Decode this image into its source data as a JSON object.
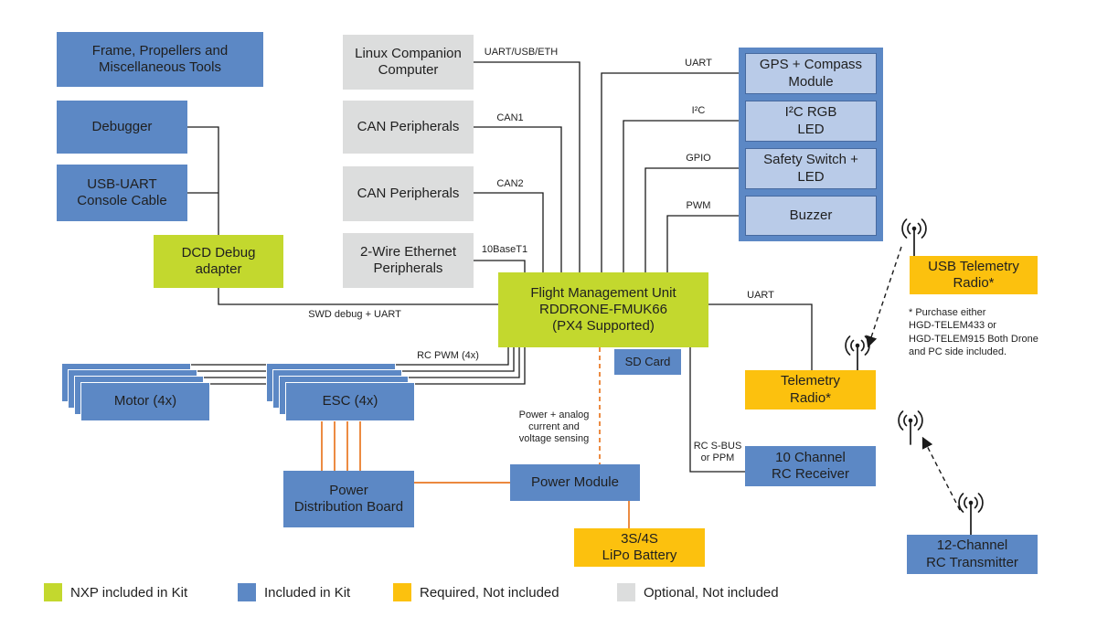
{
  "colors": {
    "nxp_lime": "#c3d82e",
    "kit_blue": "#5c88c5",
    "light_blue": "#b9cbe8",
    "yellow": "#fcc10e",
    "optional_gray": "#dcdddd",
    "wire_black": "#1b1b1b",
    "power_orange": "#e87722",
    "text": "#1f1f1f"
  },
  "blocks": {
    "frame": "Frame, Propellers and\nMiscellaneous Tools",
    "debugger": "Debugger",
    "usb_uart_cable": "USB-UART\nConsole Cable",
    "dcd_debug": "DCD Debug\nadapter",
    "linux_cc": "Linux Companion\nComputer",
    "can_periph_1": "CAN Peripherals",
    "can_periph_2": "CAN Peripherals",
    "ethernet_periph": "2-Wire Ethernet\nPeripherals",
    "fmu": "Flight Management Unit\nRDDRONE-FMUK66\n(PX4 Supported)",
    "sd_card": "SD Card",
    "gps": "GPS + Compass\nModule",
    "i2c_rgb_led": "I²C RGB\nLED",
    "safety_switch": "Safety Switch +\nLED",
    "buzzer": "Buzzer",
    "usb_telemetry": "USB Telemetry\nRadio*",
    "telemetry": "Telemetry\nRadio*",
    "rc_receiver": "10 Channel\nRC Receiver",
    "rc_transmitter": "12-Channel\nRC Transmitter",
    "motor": "Motor (4x)",
    "esc": "ESC (4x)",
    "pdb": "Power\nDistribution Board",
    "power_module": "Power Module",
    "battery": "3S/4S\nLiPo Battery"
  },
  "wire_labels": {
    "uart_usb_eth": "UART/USB/ETH",
    "can1": "CAN1",
    "can2": "CAN2",
    "ten_base_t1": "10BaseT1",
    "uart_gps": "UART",
    "i2c": "I²C",
    "gpio": "GPIO",
    "pwm": "PWM",
    "uart_telemetry": "UART",
    "swd": "SWD debug + UART",
    "rc_pwm": "RC PWM (4x)",
    "rc_sbus": "RC S-BUS\nor PPM",
    "power_sense": "Power + analog\ncurrent and\nvoltage sensing"
  },
  "notes": {
    "telemetry_note": "* Purchase either\nHGD-TELEM433 or\nHGD-TELEM915 Both Drone\nand PC side included."
  },
  "legend": {
    "items": [
      {
        "label": "NXP included in Kit",
        "color_key": "nxp_lime"
      },
      {
        "label": "Included in Kit",
        "color_key": "kit_blue"
      },
      {
        "label": "Required, Not included",
        "color_key": "yellow"
      },
      {
        "label": "Optional, Not included",
        "color_key": "optional_gray"
      }
    ]
  }
}
